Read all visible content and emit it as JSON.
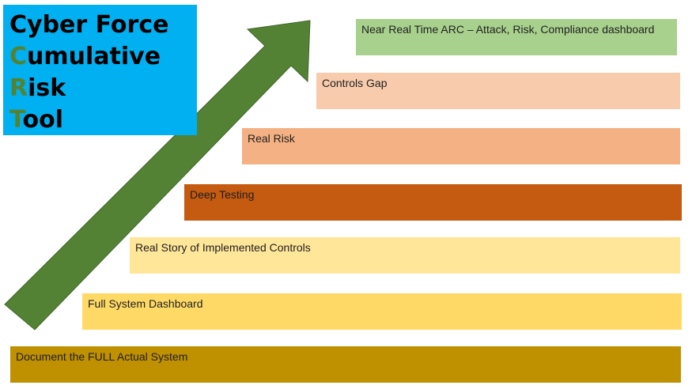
{
  "title": {
    "lines": [
      {
        "initial": "",
        "rest": "Cyber Force"
      },
      {
        "initial": "C",
        "rest": "umulative"
      },
      {
        "initial": "R",
        "rest": "isk"
      },
      {
        "initial": "T",
        "rest": "ool"
      }
    ]
  },
  "colors": {
    "title_background": "#00b0f0",
    "initial_letters": "#548235",
    "arrow_fill": "#548235",
    "arrow_stroke": "#3f6428"
  },
  "steps": [
    {
      "label": "Document the FULL Actual System",
      "color": "#bf9000"
    },
    {
      "label": "Full System Dashboard",
      "color": "#ffd966"
    },
    {
      "label": "Real Story of Implemented Controls",
      "color": "#ffe699"
    },
    {
      "label": "Deep Testing",
      "color": "#c55a11"
    },
    {
      "label": "Real Risk",
      "color": "#f4b183"
    },
    {
      "label": "Controls Gap",
      "color": "#f8cbad"
    },
    {
      "label": "Near Real Time ARC – Attack, Risk, Compliance dashboard",
      "color": "#a9d18e"
    }
  ]
}
